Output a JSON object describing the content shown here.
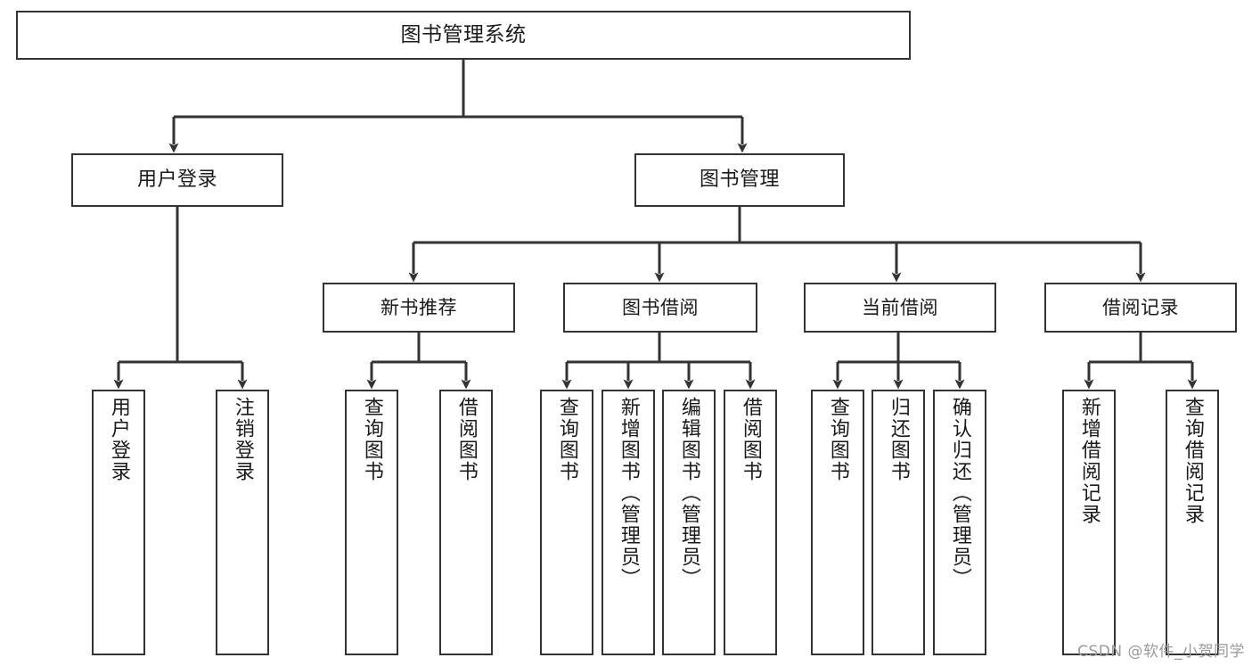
{
  "diagram": {
    "title_node": {
      "label": "图书管理系统"
    },
    "level2": [
      {
        "id": "user-login",
        "label": "用户登录"
      },
      {
        "id": "book-management",
        "label": "图书管理"
      }
    ],
    "level3": [
      {
        "id": "new-book-recommend",
        "label": "新书推荐"
      },
      {
        "id": "book-borrow",
        "label": "图书借阅"
      },
      {
        "id": "current-borrow",
        "label": "当前借阅"
      },
      {
        "id": "borrow-record",
        "label": "借阅记录"
      }
    ],
    "leaves": [
      {
        "id": "leaf-user-login",
        "label": "用户登录"
      },
      {
        "id": "leaf-logout-login",
        "label": "注销登录"
      },
      {
        "id": "leaf-query-book-1",
        "label": "查询图书"
      },
      {
        "id": "leaf-borrow-book-1",
        "label": "借阅图书"
      },
      {
        "id": "leaf-query-book-2",
        "label": "查询图书"
      },
      {
        "id": "leaf-add-book",
        "label": "新增图书（管理员）"
      },
      {
        "id": "leaf-edit-book",
        "label": "编辑图书（管理员）"
      },
      {
        "id": "leaf-borrow-book-2",
        "label": "借阅图书"
      },
      {
        "id": "leaf-query-book-3",
        "label": "查询图书"
      },
      {
        "id": "leaf-return-book",
        "label": "归还图书"
      },
      {
        "id": "leaf-confirm-return",
        "label": "确认归还（管理员）"
      },
      {
        "id": "leaf-add-borrow-record",
        "label": "新增借阅记录"
      },
      {
        "id": "leaf-query-borrow-record",
        "label": "查询借阅记录"
      }
    ],
    "watermark": "CSDN @软件_小贺同学",
    "colors": {
      "border": "#333333",
      "connector": "#333333",
      "background": "#ffffff",
      "text": "#1a1a1a",
      "watermark": "#9a9a9a"
    }
  }
}
